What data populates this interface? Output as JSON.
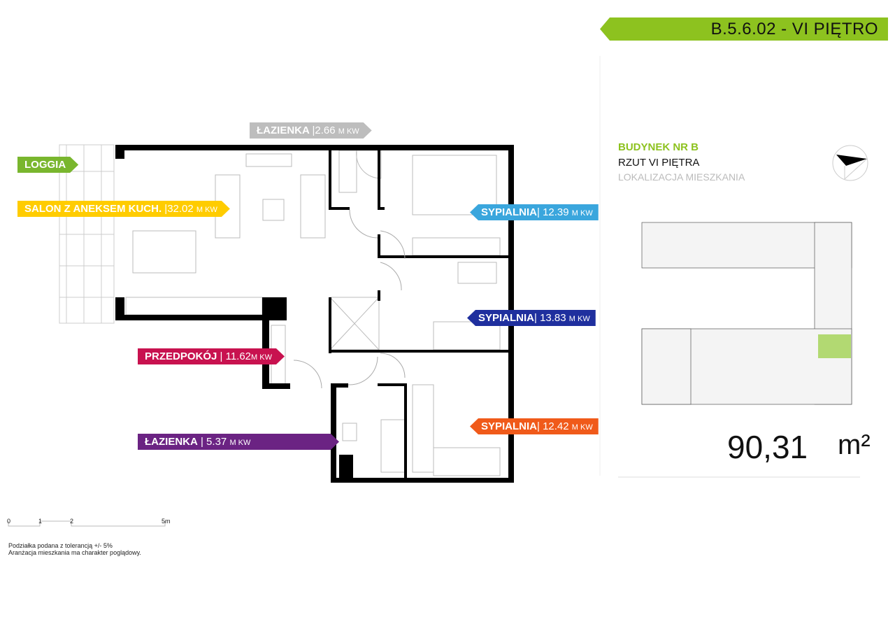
{
  "header": {
    "title": "B.5.6.02 - VI PIĘTRO",
    "color": "#8dc21f"
  },
  "rooms": [
    {
      "name": "ŁAZIENKA",
      "area": "|2.66",
      "unit": "M KW",
      "color": "#bdbdbd"
    },
    {
      "name": "LOGGIA",
      "color": "#79b62e"
    },
    {
      "name": "SALON Z ANEKSEM KUCH.",
      "area": " |32.02",
      "unit": "M KW",
      "color": "#ffcc00"
    },
    {
      "name": "SYPIALNIA",
      "area": "| 12.39",
      "unit": "M KW",
      "color": "#3aa6dd"
    },
    {
      "name": "SYPIALNIA",
      "area": "| 13.83",
      "unit": "M KW",
      "color": "#1f2f9e"
    },
    {
      "name": "PRZEDPOKÓJ",
      "area": " | 11.62",
      "unit": "M KW",
      "color": "#c8124f"
    },
    {
      "name": "SYPIALNIA",
      "area": "| 12.42",
      "unit": "M KW",
      "color": "#f05a1a"
    },
    {
      "name": "ŁAZIENKA",
      "area": " | 5.37",
      "unit": "M KW",
      "color": "#6b2383"
    }
  ],
  "side": {
    "building": "BUDYNEK NR B",
    "floor": "RZUT VI PIĘTRA",
    "location": "LOKALIZACJA MIESZKANIA"
  },
  "total_area": {
    "value": "90,31",
    "unit": "m²"
  },
  "scale": {
    "ticks": [
      "0",
      "1",
      "2",
      "5m"
    ]
  },
  "notes": [
    "Podziałka podana z tolerancją +/- 5%",
    "Aranżacja mieszkania ma charakter poglądowy."
  ]
}
